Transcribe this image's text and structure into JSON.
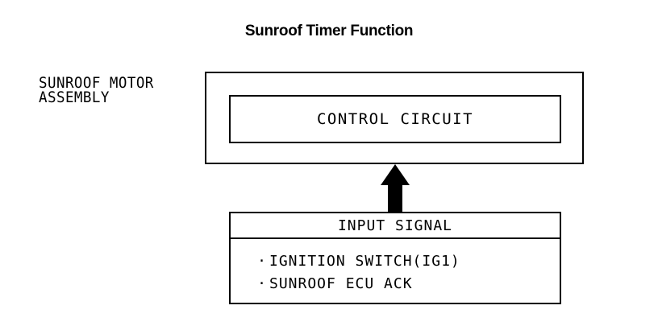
{
  "title": "Sunroof Timer Function",
  "assembly": {
    "label_lines": [
      "SUNROOF MOTOR",
      "ASSEMBLY"
    ]
  },
  "control_circuit": {
    "label": "CONTROL CIRCUIT"
  },
  "input_signal": {
    "header": "INPUT SIGNAL",
    "bullet": "·",
    "items": [
      "IGNITION SWITCH(IG1)",
      "SUNROOF ECU ACK"
    ]
  },
  "colors": {
    "line": "#000000",
    "background": "#ffffff"
  },
  "icons": {
    "flow_arrow": "arrow-up-icon"
  }
}
